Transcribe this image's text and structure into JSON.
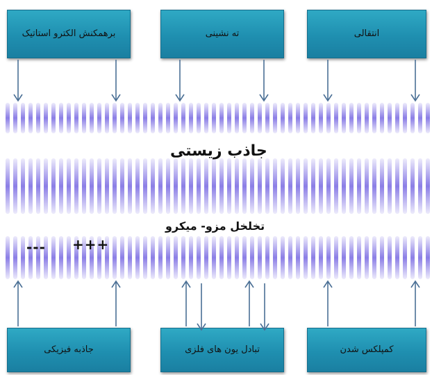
{
  "top_boxes": [
    {
      "label": "برهمکنش الکترو استاتیک"
    },
    {
      "label": "ته نشینی"
    },
    {
      "label": "انتقالی"
    }
  ],
  "bottom_boxes": [
    {
      "label": "جاذبه فیزیکی"
    },
    {
      "label": "تبادل یون های فلزی"
    },
    {
      "label": "کمپلکس شدن"
    }
  ],
  "band": {
    "title": "جاذب زیستی",
    "subtitle": "تخلخل مزو- میکرو",
    "negative_charges": "---",
    "positive_charges": "+++"
  },
  "colors": {
    "box": "#1f8fb0",
    "stripe": "#8b7ee6",
    "arrow": "#4a6f95"
  }
}
